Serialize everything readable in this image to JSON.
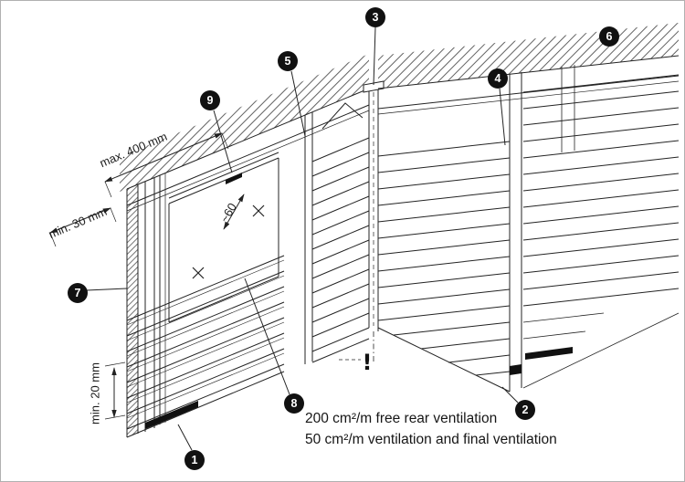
{
  "colors": {
    "line": "#222222",
    "background": "#ffffff",
    "callout_bg": "#111111",
    "callout_text": "#ffffff",
    "frame_border": "#b0b0b0"
  },
  "callouts": [
    {
      "number": "1"
    },
    {
      "number": "2"
    },
    {
      "number": "3"
    },
    {
      "number": "4"
    },
    {
      "number": "5"
    },
    {
      "number": "6"
    },
    {
      "number": "7"
    },
    {
      "number": "8"
    },
    {
      "number": "9"
    }
  ],
  "dimensions": {
    "max_400": "max. 400 mm",
    "min_30": "min. 30 mm",
    "min_20": "min. 20 mm",
    "approx_60": "~60"
  },
  "warning_mark": "!",
  "notes": {
    "line1": "200 cm²/m free rear ventilation",
    "line2": "50 cm²/m ventilation and final ventilation"
  }
}
